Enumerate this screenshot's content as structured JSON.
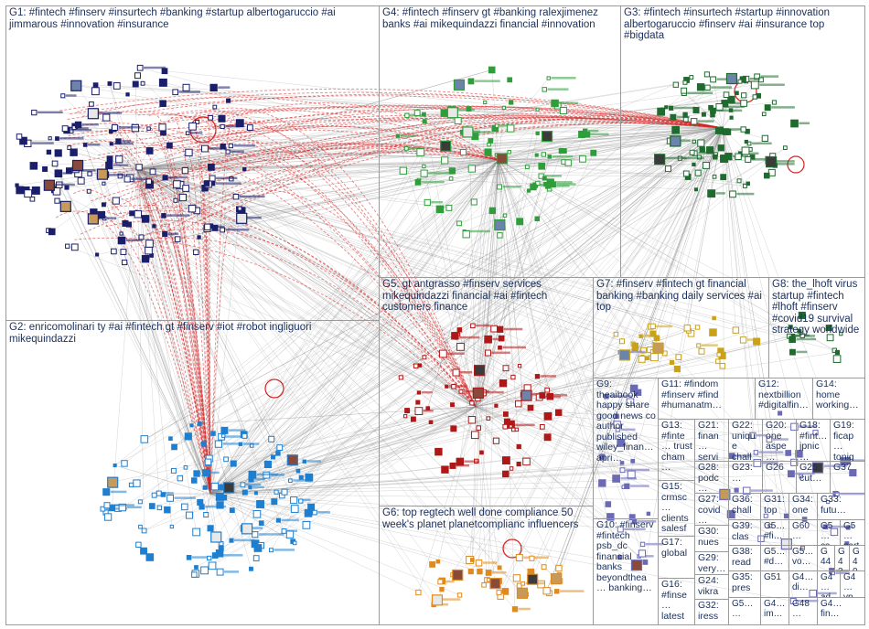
{
  "colors": {
    "edge_gray": "#8f8f8f",
    "edge_red": "#d62020",
    "label_text": "#1a2f5a",
    "panel_border": "#9a9a9a",
    "g1": "#1b1f6b",
    "g2": "#1e7fd0",
    "g3": "#1f6b2f",
    "g4": "#2e9e3a",
    "g5": "#b01818",
    "g6": "#e08a1e",
    "g7": "#c9a21a",
    "misc": "#6a6ab5"
  },
  "groups": [
    {
      "id": "G1",
      "label": "G1: #fintech #finserv #insurtech #banking #startup albertogaruccio #ai jimmarous #innovation #insurance"
    },
    {
      "id": "G4",
      "label": "G4: #fintech #finserv gt #banking ralexjimenez banks #ai mikequindazzi financial #innovation"
    },
    {
      "id": "G3",
      "label": "G3: #fintech #insurtech #startup #innovation albertogaruccio #finserv #ai #insurance top #bigdata"
    },
    {
      "id": "G2",
      "label": "G2: enricomolinari ty #ai #fintech gt #finserv #iot #robot ingliguori mikequindazzi"
    },
    {
      "id": "G5",
      "label": "G5: gt antgrasso #finserv services mikequindazzi financial #ai #fintech customers finance"
    },
    {
      "id": "G7",
      "label": "G7: #finserv #fintech gt financial banking #banking daily services #ai top"
    },
    {
      "id": "G8",
      "label": "G8: the_lhoft virus startup #fintech #lhoft #finserv #covid19 survival strategy worldwide"
    },
    {
      "id": "G6",
      "label": "G6: top regtech well done compliance 50 week's planet planetcomplianc influencers"
    },
    {
      "id": "G9",
      "label": "G9: theaibook happy share good news co author published wiley_finan… apri…"
    },
    {
      "id": "G10",
      "label": "G10: #finserv #fintech psb_dc financial banks beyondthea… banking…"
    },
    {
      "id": "G11",
      "label": "G11: #findom #finserv #find #humanatm…"
    },
    {
      "id": "G12",
      "label": "G12: nextbillion #digitalfin…"
    },
    {
      "id": "G14",
      "label": "G14: home working…"
    },
    {
      "id": "G13",
      "label": "G13: #finte… trust cham…"
    },
    {
      "id": "G21",
      "label": "G21: finan… servi…"
    },
    {
      "id": "G22",
      "label": "G22: unique chall…"
    },
    {
      "id": "G20",
      "label": "G20: one aspe…"
    },
    {
      "id": "G18",
      "label": "G18: #fint… jpnic…"
    },
    {
      "id": "G19",
      "label": "G19: ficap… tonig…"
    },
    {
      "id": "G15",
      "label": "G15: crmsc… clients salesf…"
    },
    {
      "id": "G28",
      "label": "G28: podc…"
    },
    {
      "id": "G23",
      "label": "G23: …"
    },
    {
      "id": "G26",
      "label": "G26"
    },
    {
      "id": "G25",
      "label": "G25: cut…"
    },
    {
      "id": "G37",
      "label": "G37"
    },
    {
      "id": "G27",
      "label": "G27: covid…"
    },
    {
      "id": "G36",
      "label": "G36: chall…"
    },
    {
      "id": "G31",
      "label": "G31: top…"
    },
    {
      "id": "G34",
      "label": "G34: one…"
    },
    {
      "id": "G33",
      "label": "G33: futu…"
    },
    {
      "id": "G17",
      "label": "G17: global"
    },
    {
      "id": "G30",
      "label": "G30: nues…"
    },
    {
      "id": "G39",
      "label": "G39: clas…"
    },
    {
      "id": "G5x",
      "label": "G5… #fi…"
    },
    {
      "id": "G60",
      "label": "G60 …"
    },
    {
      "id": "G5y",
      "label": "G5… ca…"
    },
    {
      "id": "G5z",
      "label": "G5… part"
    },
    {
      "id": "G29",
      "label": "G29: very…"
    },
    {
      "id": "G38",
      "label": "G38: read…"
    },
    {
      "id": "G5a",
      "label": "G5… #d…"
    },
    {
      "id": "G5b",
      "label": "G5… vo…"
    },
    {
      "id": "G44",
      "label": "G44"
    },
    {
      "id": "G42",
      "label": "G42"
    },
    {
      "id": "G40",
      "label": "G40"
    },
    {
      "id": "G16",
      "label": "G16: #finse… latest…"
    },
    {
      "id": "G35",
      "label": "G35: pres…"
    },
    {
      "id": "G51",
      "label": "G51"
    },
    {
      "id": "G4a",
      "label": "G4… di…"
    },
    {
      "id": "G4b",
      "label": "G4… ad…"
    },
    {
      "id": "G4c",
      "label": "G4… vp…"
    },
    {
      "id": "G24",
      "label": "G24: vikra…"
    },
    {
      "id": "G32",
      "label": "G32: iress…"
    },
    {
      "id": "G5c",
      "label": "G5… …"
    },
    {
      "id": "G4d",
      "label": "G4… im…"
    },
    {
      "id": "G48",
      "label": "G48 …"
    },
    {
      "id": "G4e",
      "label": "G4… fin…"
    }
  ]
}
